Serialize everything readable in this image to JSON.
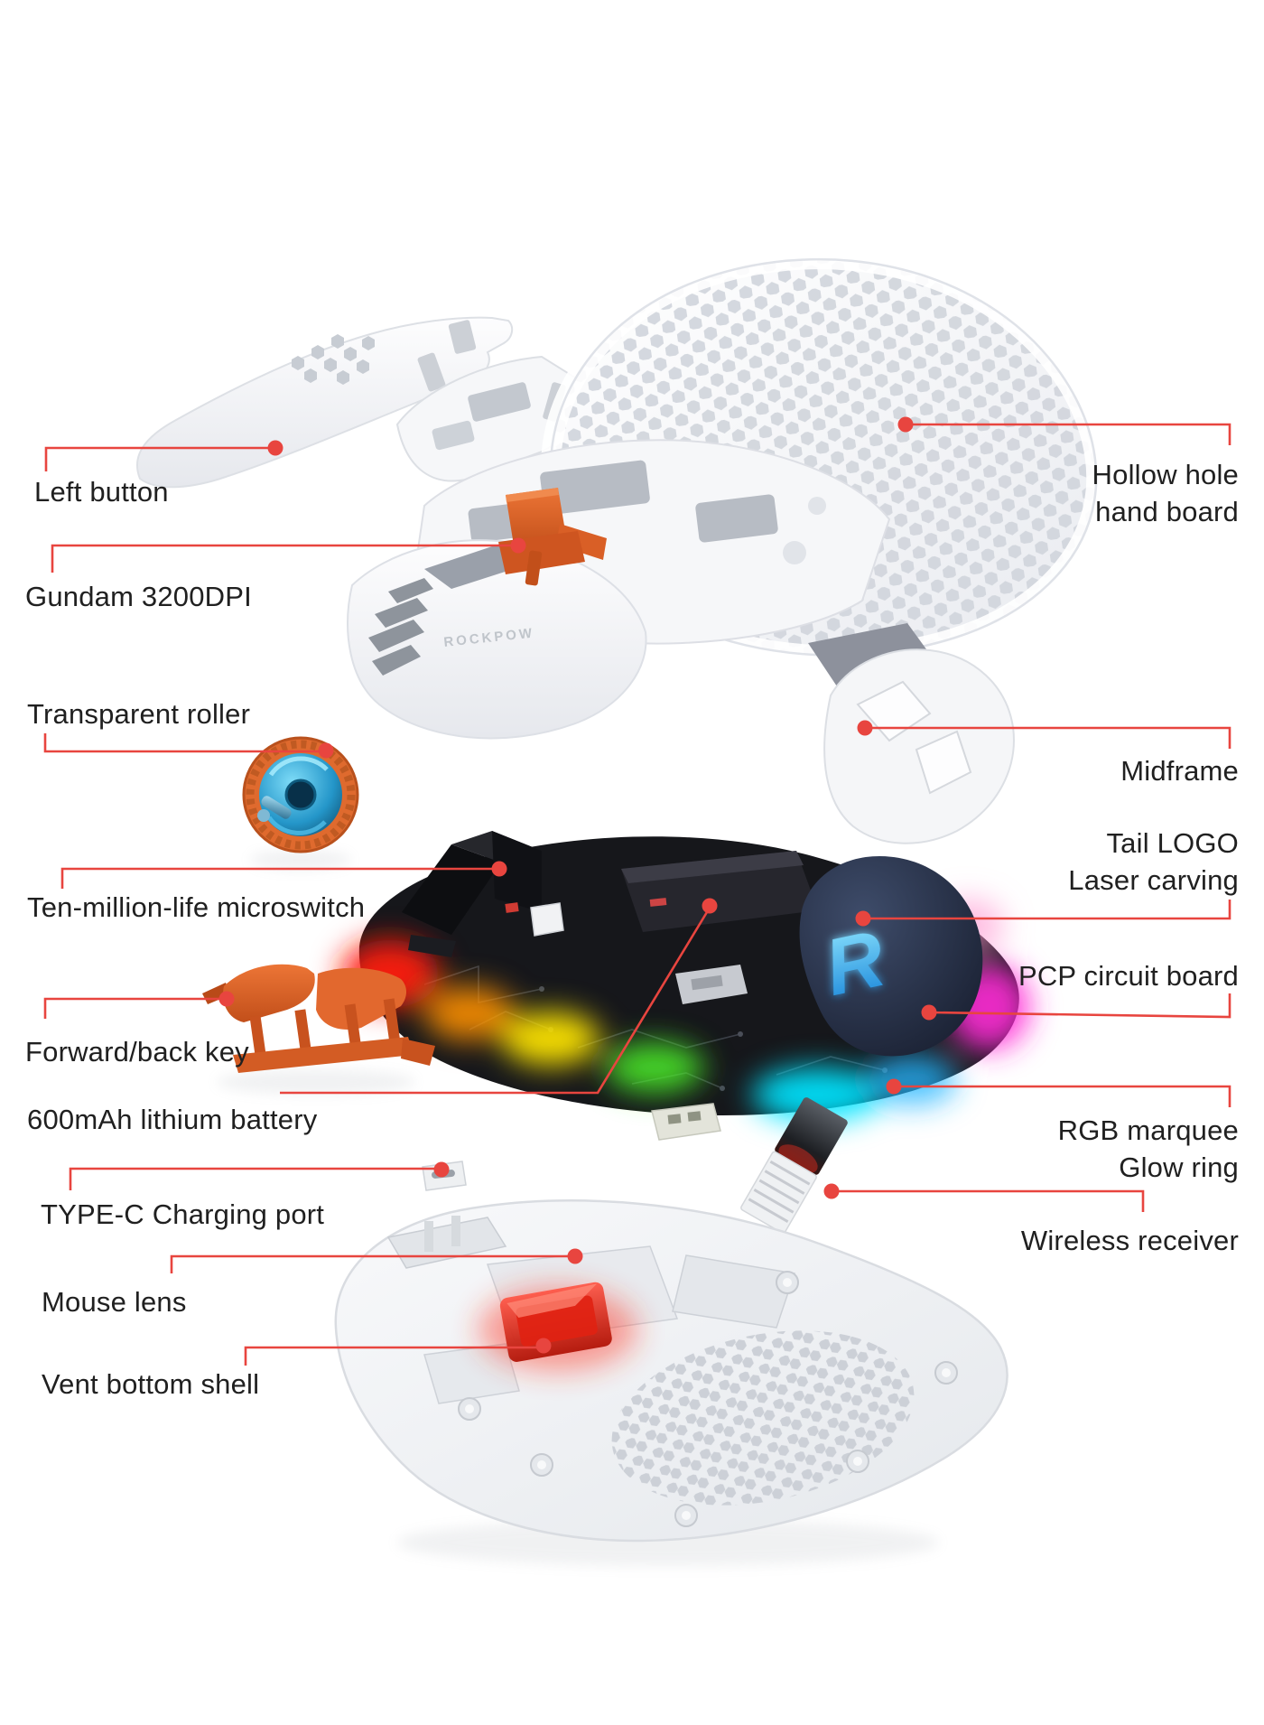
{
  "page": {
    "background": "#ffffff",
    "accent_red": "#e8453f",
    "label_color": "#202020"
  },
  "brand": {
    "midframe_logo": "ROCKPOW",
    "tail_logo_letter": "R"
  },
  "labels": {
    "left_button": {
      "text": "Left button"
    },
    "gundam_dpi": {
      "text": "Gundam 3200DPI"
    },
    "transparent_roller": {
      "text": "Transparent roller"
    },
    "microswitch": {
      "text": "Ten-million-life microswitch"
    },
    "forward_back_key": {
      "text": "Forward/back key"
    },
    "lithium_battery": {
      "text": "600mAh lithium battery"
    },
    "type_c_port": {
      "text": "TYPE-C Charging port"
    },
    "mouse_lens": {
      "text": "Mouse lens"
    },
    "vent_bottom_shell": {
      "text": "Vent bottom shell"
    },
    "hollow_hand_board": {
      "line1": "Hollow hole",
      "line2": "hand board"
    },
    "midframe": {
      "text": "Midframe"
    },
    "tail_logo": {
      "line1": "Tail LOGO",
      "line2": "Laser carving"
    },
    "pcp_circuit_board": {
      "text": "PCP circuit board"
    },
    "rgb_marquee": {
      "line1": "RGB marquee",
      "line2": "Glow ring"
    },
    "wireless_receiver": {
      "text": "Wireless receiver"
    }
  },
  "colors": {
    "orange_part": "#e0662c",
    "pcb_black": "#17181c",
    "logo_blue": "#2fa7ea",
    "lens_red": "#e02112",
    "shell_white": "#f5f6f8",
    "rgb_glow": [
      "#ff1a07",
      "#ff9100",
      "#ffe600",
      "#4cf52c",
      "#00e5ff",
      "#25b6ff",
      "#ff2bd6"
    ]
  }
}
